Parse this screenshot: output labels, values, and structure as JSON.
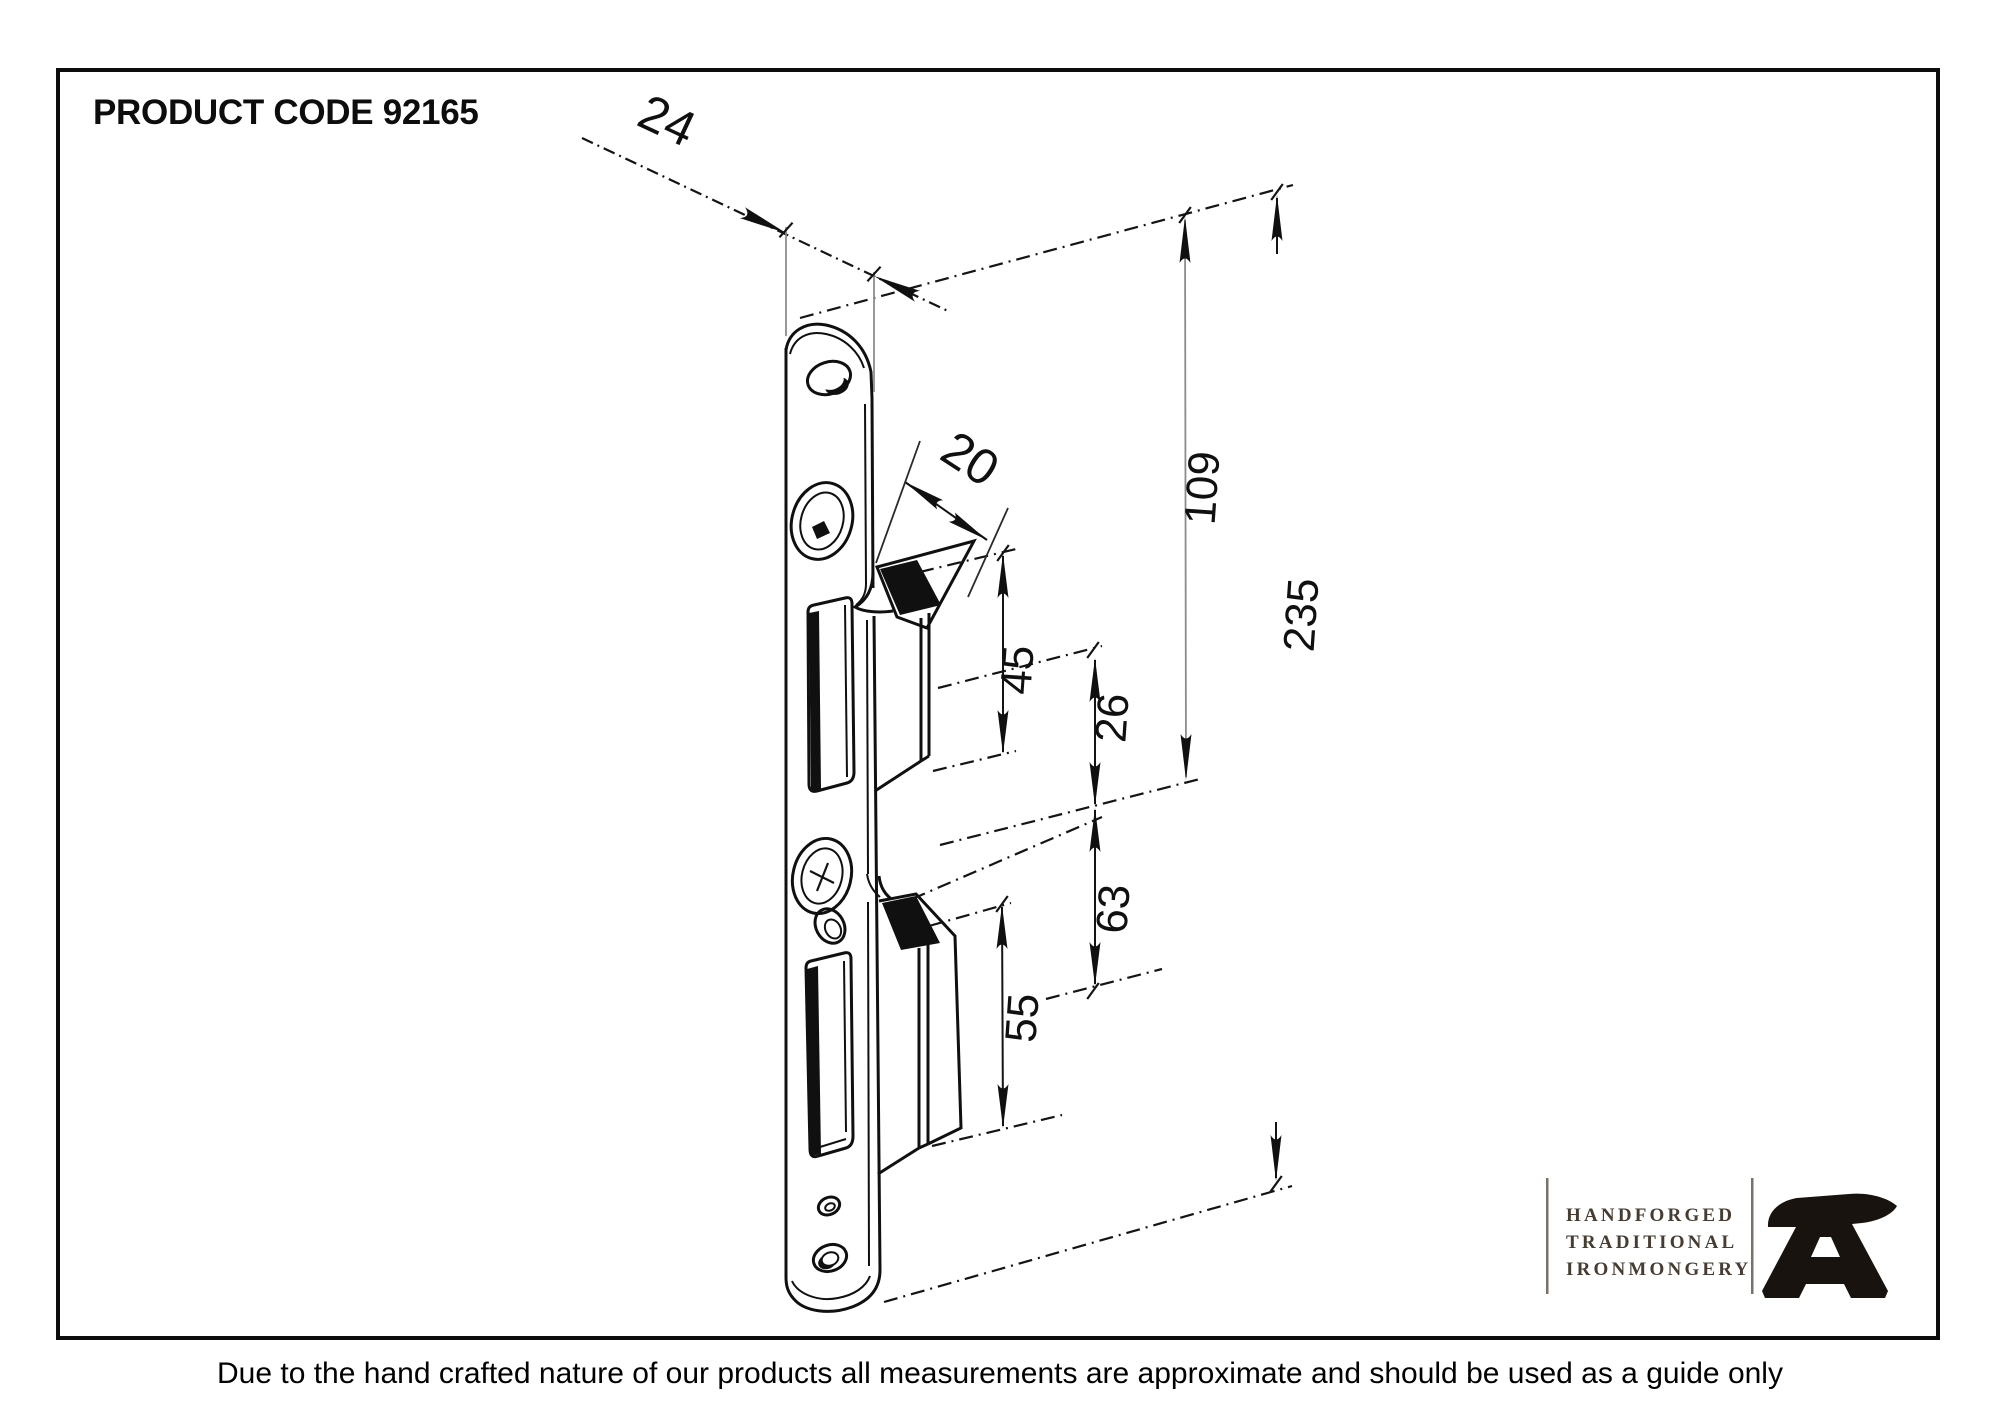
{
  "product_code": "PRODUCT CODE 92165",
  "dimensions": {
    "plate_width": "24",
    "keep_throat": "20",
    "top_keep_height": "45",
    "centres_gap": "26",
    "keep_spacing": "63",
    "bottom_keep_height": "55",
    "top_section_length": "109",
    "overall_length": "235"
  },
  "disclaimer": "Due to the hand crafted nature of our products all measurements are approximate and should be used as a guide only",
  "logo": {
    "line1": "HANDFORGED",
    "line2": "TRADITIONAL",
    "line3": "IRONMONGERY",
    "icon": "anvil-icon"
  },
  "colors": {
    "line": "#101010",
    "extension": "#8c8c8c",
    "logo_text": "#463c31"
  }
}
